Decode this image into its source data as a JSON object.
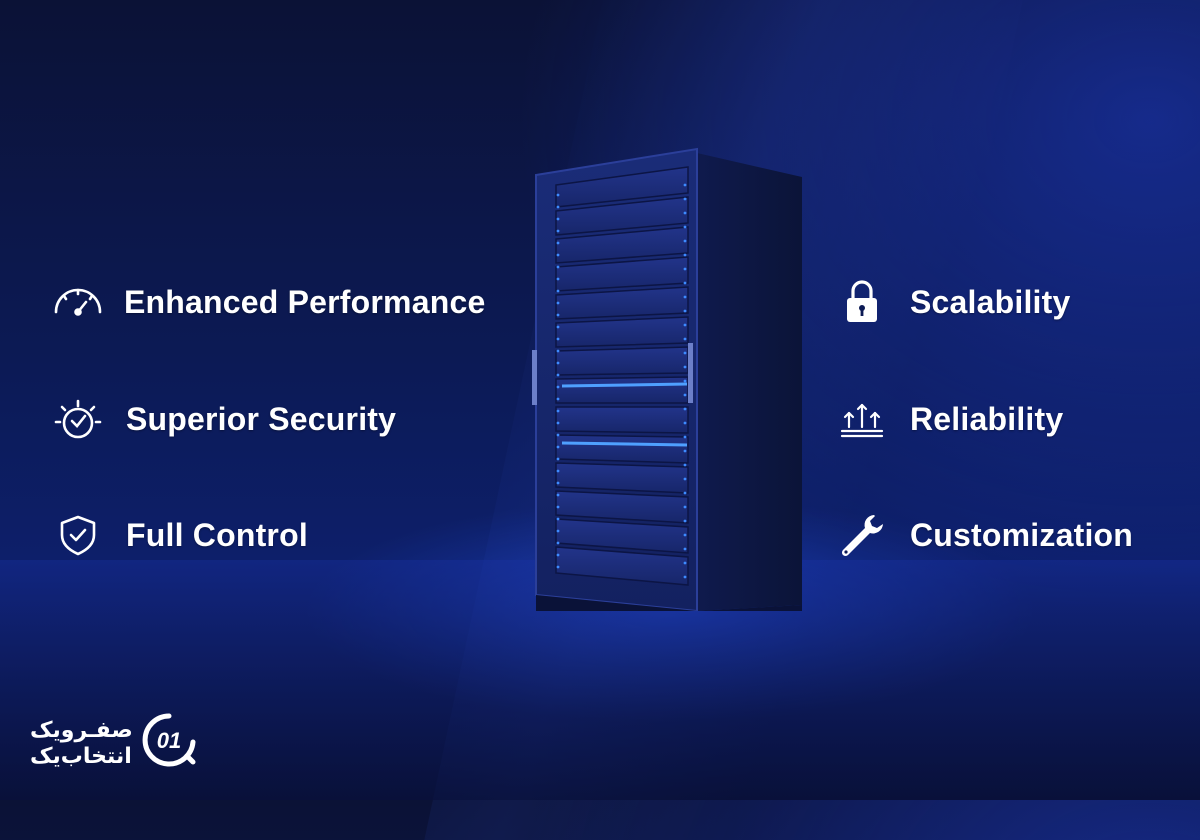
{
  "features_left": [
    {
      "label": "Enhanced Performance",
      "icon": "speedometer-icon"
    },
    {
      "label": "Superior Security",
      "icon": "sun-shield-icon"
    },
    {
      "label": "Full Control",
      "icon": "shield-check-icon"
    }
  ],
  "features_right": [
    {
      "label": "Scalability",
      "icon": "lock-icon"
    },
    {
      "label": "Reliability",
      "icon": "arrows-up-icon"
    },
    {
      "label": "Customization",
      "icon": "wrench-icon"
    }
  ],
  "brand": {
    "name_line1": "صفـرویک",
    "name_line2": "انتخاب‌یک",
    "monogram": "01",
    "icon": "brand-logo-icon"
  },
  "colors": {
    "background": "#0c1a55",
    "accent": "#2f6bff",
    "text": "#ffffff"
  }
}
